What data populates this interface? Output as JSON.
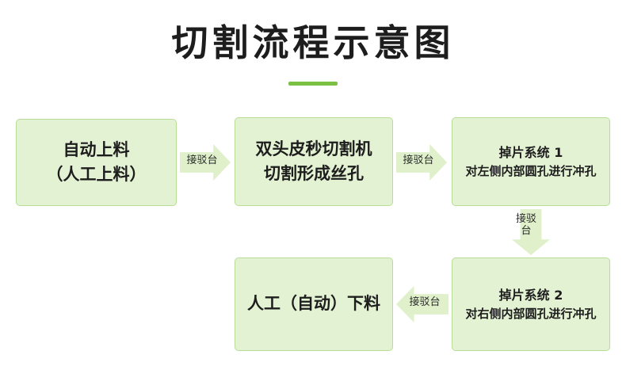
{
  "page": {
    "title": "切割流程示意图"
  },
  "nodes": [
    {
      "id": "load",
      "lines": [
        "自动上料",
        "（人工上料）"
      ]
    },
    {
      "id": "cut",
      "lines": [
        "双头皮秒切割机",
        "切割形成丝孔"
      ]
    },
    {
      "id": "drop1",
      "lines": [
        "掉片系统 1",
        "对左侧内部圆孔进行冲孔"
      ]
    },
    {
      "id": "drop2",
      "lines": [
        "掉片系统 2",
        "对右侧内部圆孔进行冲孔"
      ]
    },
    {
      "id": "unload",
      "lines": [
        "人工（自动）下料"
      ]
    }
  ],
  "connectors": [
    {
      "id": "c1",
      "label": "接驳台",
      "direction": "right"
    },
    {
      "id": "c2",
      "label": "接驳台",
      "direction": "right"
    },
    {
      "id": "c3",
      "label": "接驳台",
      "direction": "down"
    },
    {
      "id": "c4",
      "label": "接驳台",
      "direction": "left"
    }
  ],
  "colors": {
    "box_fill": "#e4f2d4",
    "box_border": "#b8dd96",
    "accent": "#7ac143",
    "text": "#1d1d1d"
  }
}
